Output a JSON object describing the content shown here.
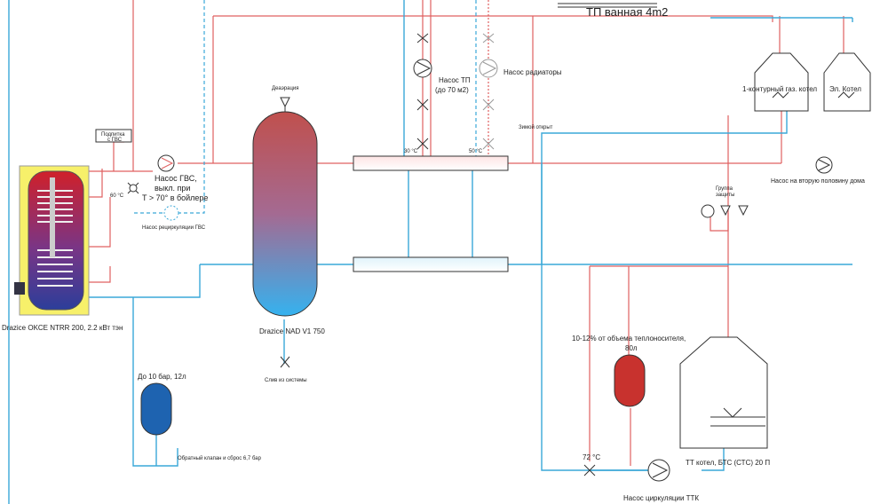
{
  "labels": {
    "header": "ТП ванная 4m2",
    "deaeration": "Деаэрация",
    "feed_dhw_1": "Подпитка",
    "feed_dhw_2": "с ГВС",
    "pump_dhw_1": "Насос ГВС,",
    "pump_dhw_2": "выкл. при",
    "pump_dhw_3": "T > 70° в бойлере",
    "temp_60": "60 °C",
    "recirc": "Насос рециркуляции ГВС",
    "boiler_dhw": "Drazice OKCE NTRR 200, 2.2 кВт тэн",
    "accumulator": "Drazice NAD V1 750",
    "drain": "Слив из системы",
    "expansion_small": "До 10 бар, 12л",
    "check_valve": "Обратный клапан и сброс 6,7 бар",
    "pump_tp_1": "Насос ТП",
    "pump_tp_2": "(до 70 м2)",
    "pump_rad": "Насос радиаторы",
    "temp_30": "30 °C",
    "temp_50": "50 °C",
    "winter_open": "Зимой открыт",
    "gas_boiler": "1-контурный газ. котел",
    "el_boiler": "Эл. Котел",
    "pump_second_half": "Насос на вторую половину дома",
    "safety_group_1": "Группа",
    "safety_group_2": "защиты",
    "expansion_big_1": "10-12% от объема теплоносителя,",
    "expansion_big_2": "80л",
    "temp_72": "72 °C",
    "tt_boiler": "ТТ котел, БТС (СТС) 20 П",
    "pump_ttk": "Насос циркуляции ТТК"
  },
  "colors": {
    "hot": "#e06060",
    "cold": "#3aa8d8",
    "expansion_blue": "#1e63b0",
    "expansion_red": "#c8322e",
    "boiler_yellow": "#f7f06a"
  }
}
